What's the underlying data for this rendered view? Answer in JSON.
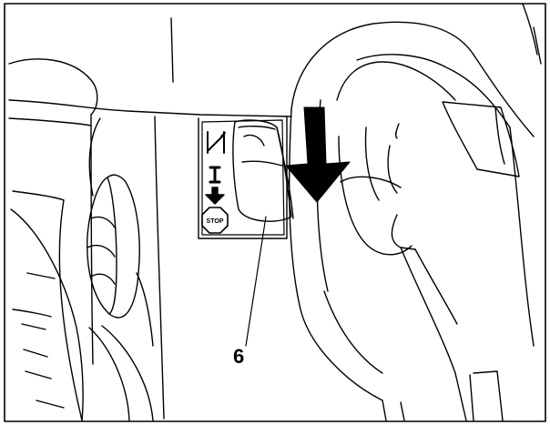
{
  "figure": {
    "callouts": [
      {
        "label": "6",
        "target": "choke-stop-lever"
      }
    ],
    "control_symbols": [
      {
        "name": "choke-icon"
      },
      {
        "name": "run-icon",
        "text": "I"
      },
      {
        "name": "stop-arrow-icon"
      },
      {
        "name": "stop-icon",
        "text": "STOP"
      }
    ],
    "arrow": {
      "name": "down-arrow-icon",
      "direction": "down"
    }
  }
}
